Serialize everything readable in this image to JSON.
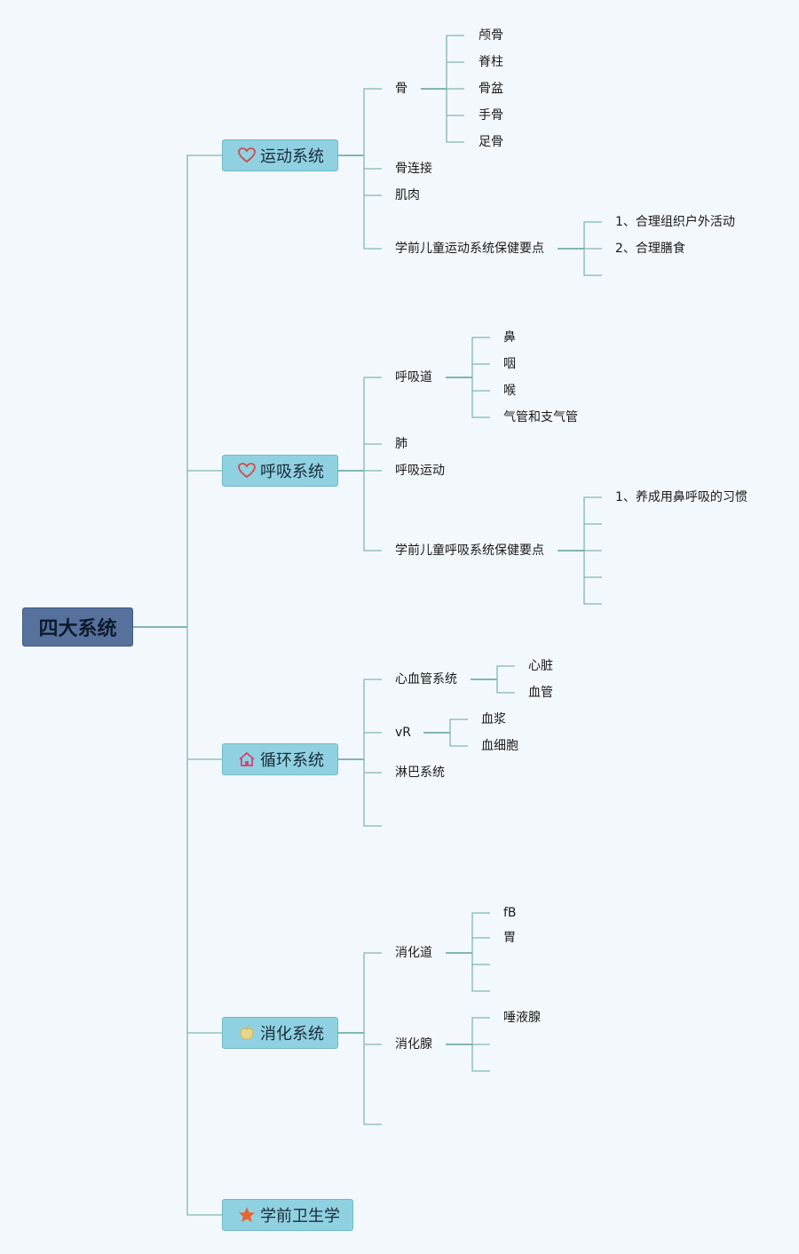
{
  "root": "四大系统",
  "branches": [
    {
      "label": "运动系统",
      "icon": "heart-outline-icon"
    },
    {
      "label": "呼吸系统",
      "icon": "heart-outline-icon"
    },
    {
      "label": "循环系统",
      "icon": "house-icon"
    },
    {
      "label": "消化系统",
      "icon": "apple-icon"
    },
    {
      "label": "学前卫生学",
      "icon": "star-icon"
    }
  ],
  "yundong": {
    "gu": "骨",
    "gu_children": [
      "颅骨",
      "脊柱",
      "骨盆",
      "手骨",
      "足骨"
    ],
    "gu_lianjie": "骨连接",
    "jirou": "肌肉",
    "baojian": "学前儿童运动系统保健要点",
    "baojian_children": [
      "1、合理组织户外活动",
      "2、合理膳食"
    ]
  },
  "huxi": {
    "huxidao": "呼吸道",
    "huxidao_children": [
      "鼻",
      "咽",
      "喉",
      "气管和支气管"
    ],
    "fei": "肺",
    "huxi_yundong": "呼吸运动",
    "baojian": "学前儿童呼吸系统保健要点",
    "baojian_children": [
      "1、养成用鼻呼吸的习惯"
    ]
  },
  "xunhuan": {
    "xinxueguan": "心血管系统",
    "xinxueguan_children": [
      "心脏",
      "血管"
    ],
    "vr": "vR",
    "vr_children": [
      "血浆",
      "血细胞"
    ],
    "linba": "淋巴系统"
  },
  "xiaohua": {
    "xiaohuadao": "消化道",
    "xiaohuadao_children": [
      "fB",
      "胃"
    ],
    "xiaohuaxian": "消化腺",
    "xiaohuaxian_children": [
      "唾液腺"
    ]
  }
}
